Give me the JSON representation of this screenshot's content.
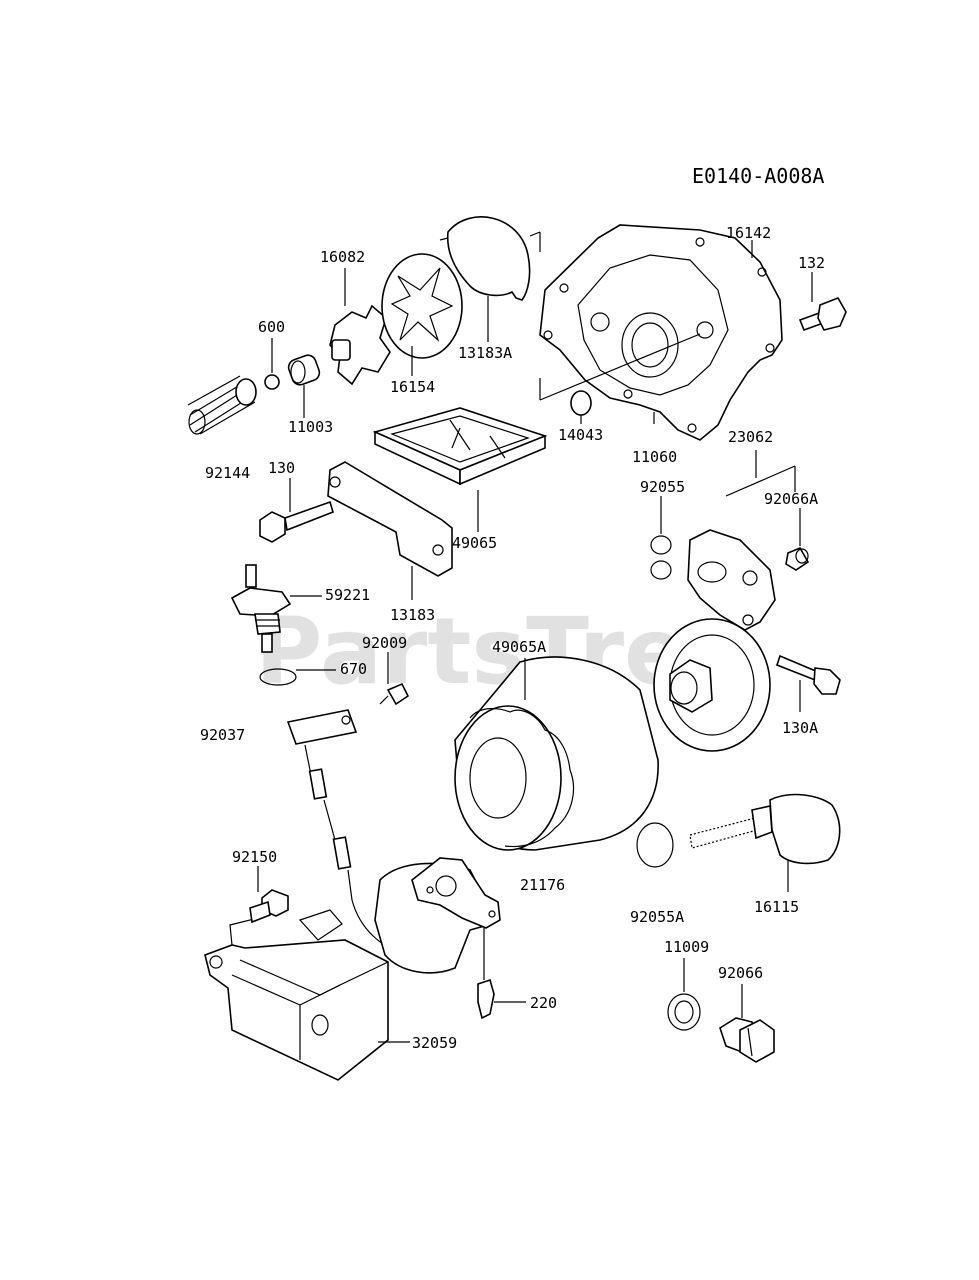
{
  "diagram_code": "E0140-A008A",
  "watermark": "PartsTree",
  "parts": {
    "p16082": "16082",
    "p600": "600",
    "p11003": "11003",
    "p16154": "16154",
    "p13183A": "13183A",
    "p16142": "16142",
    "p132": "132",
    "p14043": "14043",
    "p11060": "11060",
    "p92144": "92144",
    "p130": "130",
    "p49065": "49065",
    "p13183": "13183",
    "p23062": "23062",
    "p92055": "92055",
    "p92066A": "92066A",
    "p59221": "59221",
    "p92009": "92009",
    "p670": "670",
    "p49065A": "49065A",
    "p92037": "92037",
    "p130A": "130A",
    "p92150": "92150",
    "p21176": "21176",
    "p16115": "16115",
    "p92055A": "92055A",
    "p11009": "11009",
    "p92066": "92066",
    "p220": "220",
    "p32059": "32059"
  }
}
